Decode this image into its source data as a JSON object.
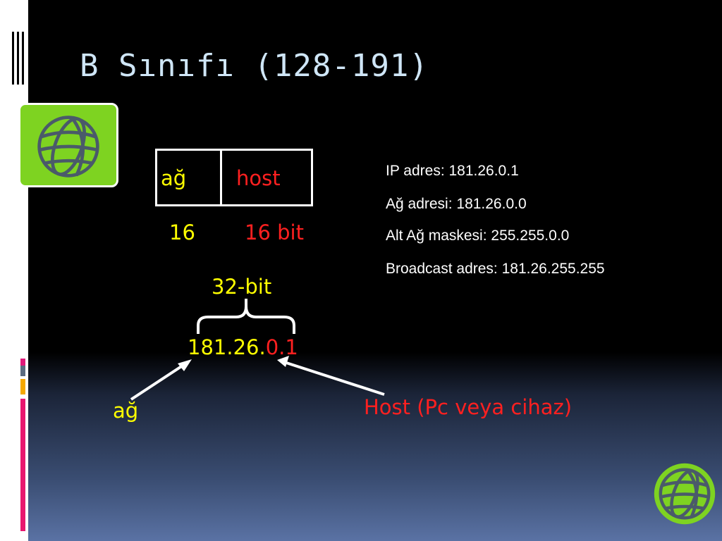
{
  "slide": {
    "title": "B Sınıfı (128-191)"
  },
  "diagram": {
    "box_network": "ağ",
    "box_host": "host",
    "bits_network": "16",
    "bits_host": "16 bit",
    "total_bits": "32-bit",
    "address_network_part": "181.26.",
    "address_host_part": "0.1",
    "arrow_label_network": "ağ",
    "arrow_label_host": "Host (Pc veya cihaz)"
  },
  "info": {
    "ip": "IP adres: 181.26.0.1",
    "network": "Ağ adresi: 181.26.0.0",
    "mask": "Alt Ağ maskesi: 255.255.0.0",
    "broadcast": "Broadcast adres: 181.26.255.255"
  },
  "colors": {
    "title": "#cfe6f7",
    "network_label": "#ffff00",
    "host_label": "#ff2020",
    "globe_green": "#7ed321",
    "globe_lines": "#4a5a6a"
  },
  "icons": [
    "globe-icon",
    "globe-icon"
  ]
}
